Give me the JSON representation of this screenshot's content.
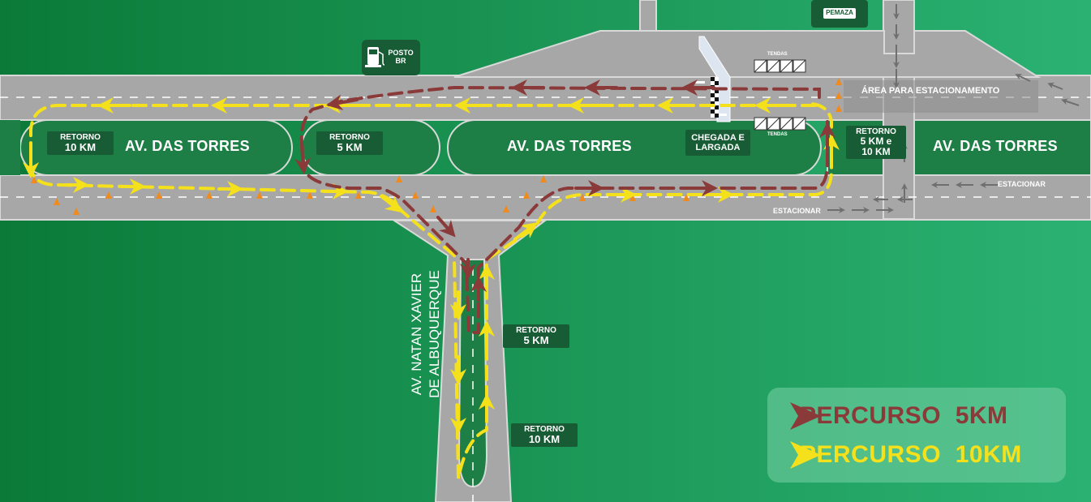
{
  "labels": {
    "street_main": "AV. DAS TORRES",
    "street_side_1": "AV. NATAN XAVIER",
    "street_side_2": "DE ALBUQUERQUE",
    "posto_1": "POSTO",
    "posto_2": "BR",
    "pemaza": "PEMAZA",
    "start_1": "CHEGADA E",
    "start_2": "LARGADA",
    "tendas": "TENDAS",
    "parking_area": "ÁREA PARA ESTACIONAMENTO",
    "estacionar": "ESTACIONAR",
    "retorno": "RETORNO",
    "ret_10": "10 KM",
    "ret_5": "5 KM",
    "ret_5e10_1": "5 KM e",
    "ret_5e10_2": "10 KM"
  },
  "legend": [
    {
      "label": "PERCURSO  5KM",
      "color": "#8b3a3a"
    },
    {
      "label": "PERCURSO  10KM",
      "color": "#f5e11b"
    }
  ],
  "colors": {
    "road": "#a7a7a7",
    "road_edge": "#d9d9d9",
    "bg_dark": "#0d7a3a",
    "bg_light": "#2aae70",
    "route_5km": "#8b3a3a",
    "route_10km": "#f5e11b",
    "label_bg": "#175c34"
  }
}
